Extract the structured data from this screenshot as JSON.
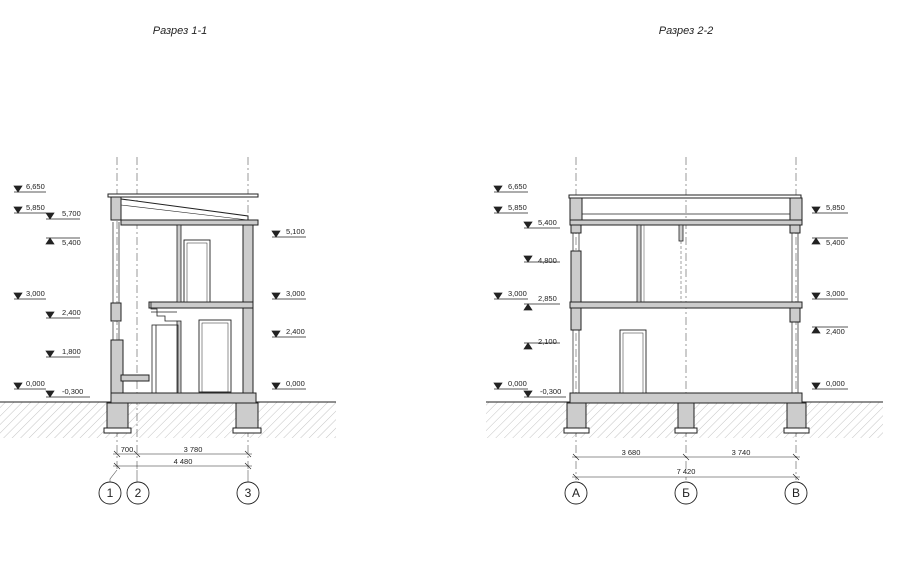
{
  "sections": [
    {
      "title": "Разрез 1-1",
      "left_levels": [
        "6,650",
        "5,850",
        "3,000",
        "2,400",
        "1,800",
        "0,000"
      ],
      "inner_left_levels": [
        "5,700",
        "5,400",
        "-0,300"
      ],
      "right_levels": [
        "5,100",
        "3,000",
        "2,400",
        "0,000"
      ],
      "dimensions": [
        "700",
        "3 780",
        "4 480"
      ],
      "axes": [
        "1",
        "2",
        "3"
      ]
    },
    {
      "title": "Разрез 2-2",
      "left_levels": [
        "6,650",
        "5,850",
        "3,000",
        "0,000"
      ],
      "inner_left_levels": [
        "5,400",
        "4,800",
        "2,850",
        "2,100",
        "-0,300"
      ],
      "right_levels": [
        "5,850",
        "5,400",
        "3,000",
        "2,400",
        "0,000"
      ],
      "dimensions": [
        "3 680",
        "3 740",
        "7 420"
      ],
      "axes": [
        "А",
        "Б",
        "В"
      ]
    }
  ],
  "colors": {
    "line": "#222222",
    "wall_fill": "#cfcfcf",
    "ground_hatch": "#bbbbbb"
  }
}
